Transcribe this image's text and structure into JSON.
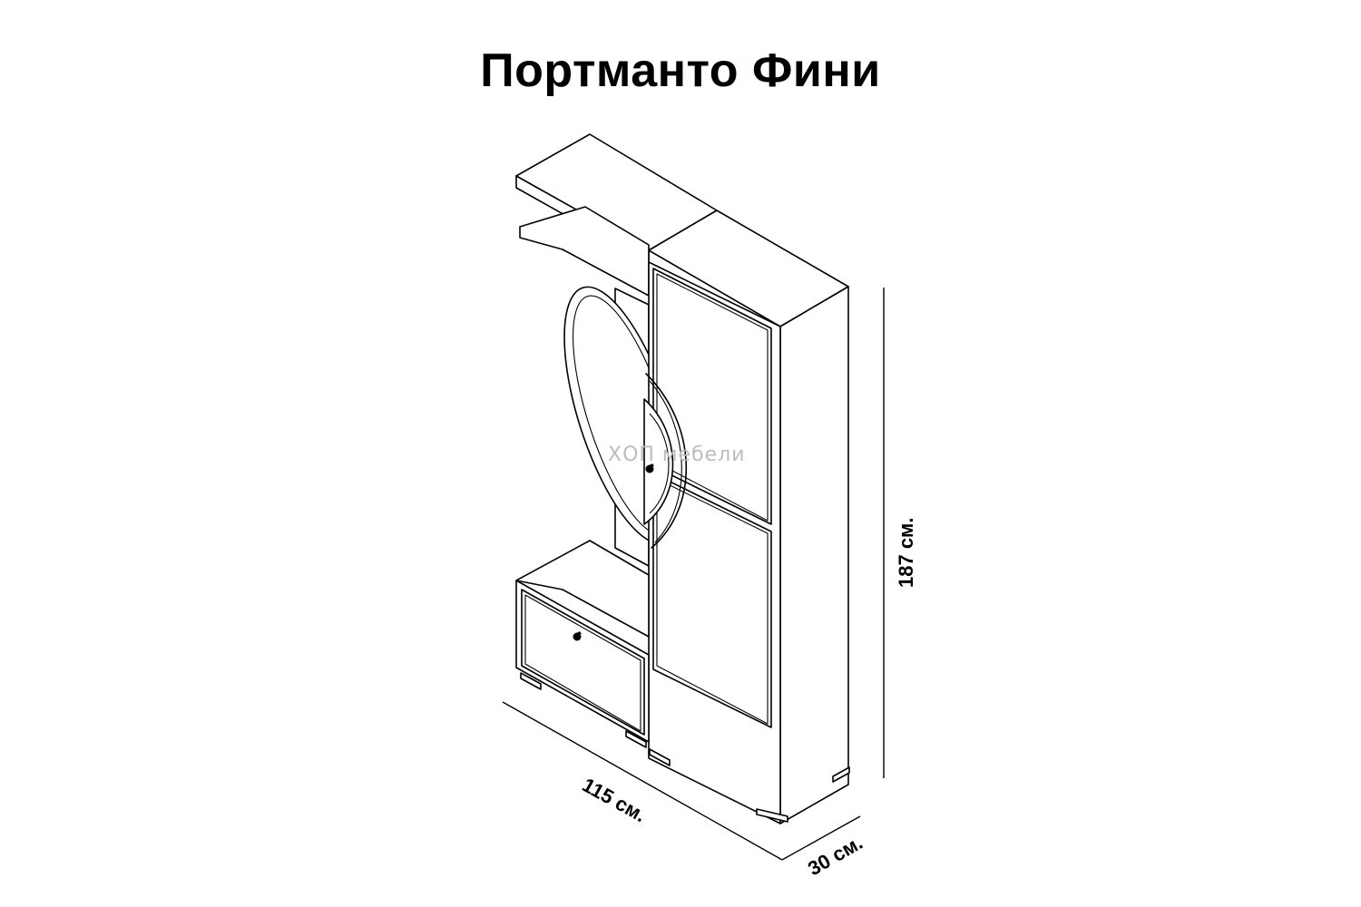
{
  "title": "Портманто Фини",
  "dimensions": {
    "width": "115 см.",
    "depth": "30 см.",
    "height": "187 см."
  },
  "watermark": "ХОП мебели",
  "colors": {
    "line": "#000000",
    "background": "#ffffff",
    "watermark": "#bdbdbd"
  }
}
